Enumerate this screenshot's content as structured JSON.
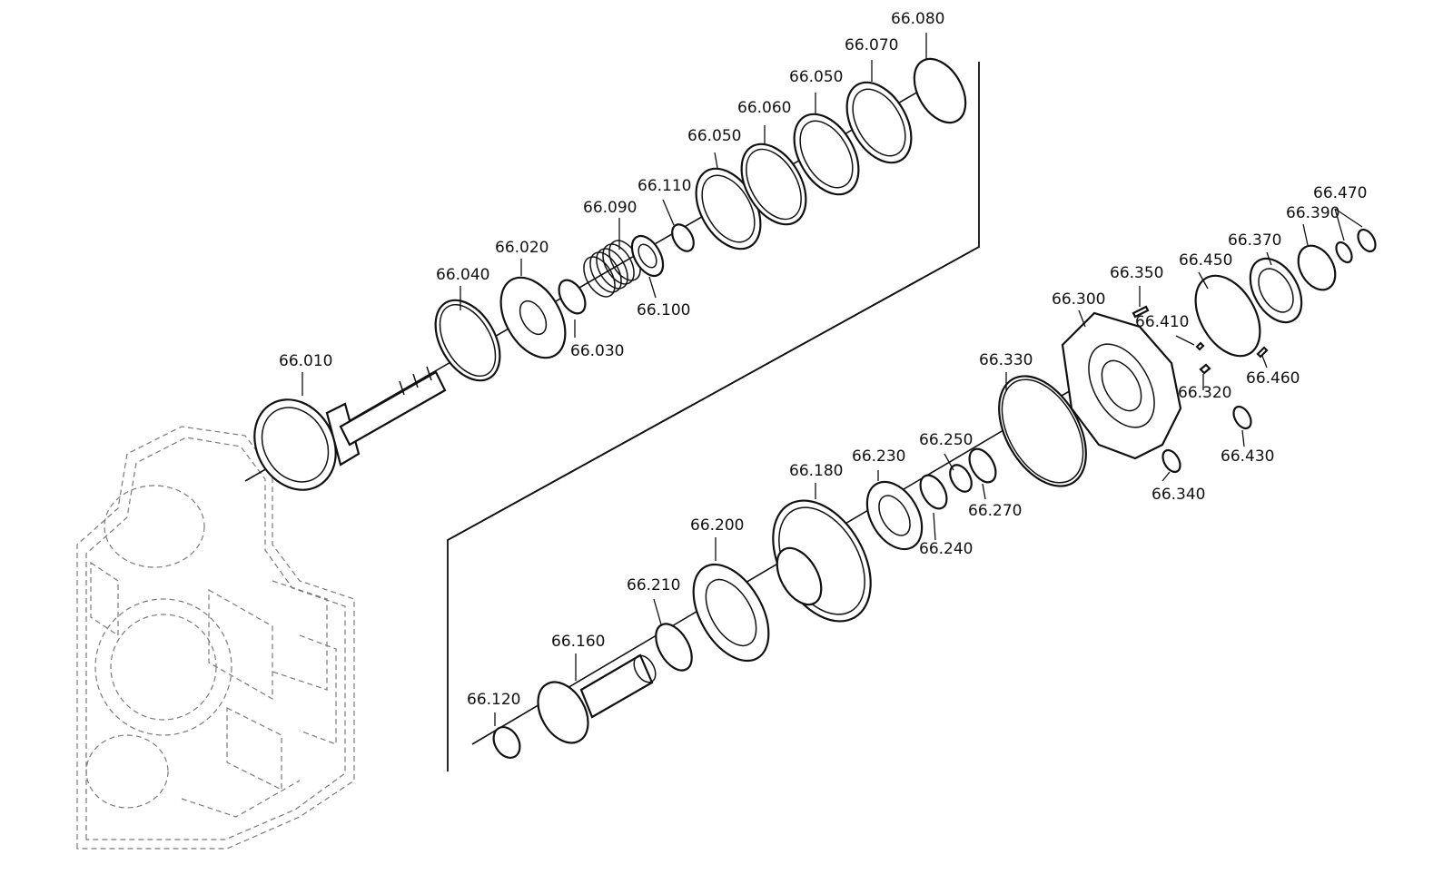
{
  "labels": {
    "p010": "66.010",
    "p020": "66.020",
    "p030": "66.030",
    "p040": "66.040",
    "p050a": "66.050",
    "p050b": "66.050",
    "p060": "66.060",
    "p070": "66.070",
    "p080": "66.080",
    "p090": "66.090",
    "p100": "66.100",
    "p110": "66.110",
    "p120": "66.120",
    "p160": "66.160",
    "p180": "66.180",
    "p200": "66.200",
    "p210": "66.210",
    "p230": "66.230",
    "p240": "66.240",
    "p250": "66.250",
    "p270": "66.270",
    "p300": "66.300",
    "p320": "66.320",
    "p330": "66.330",
    "p340": "66.340",
    "p350": "66.350",
    "p370": "66.370",
    "p390": "66.390",
    "p410": "66.410",
    "p430": "66.430",
    "p450": "66.450",
    "p460": "66.460",
    "p470": "66.470"
  }
}
